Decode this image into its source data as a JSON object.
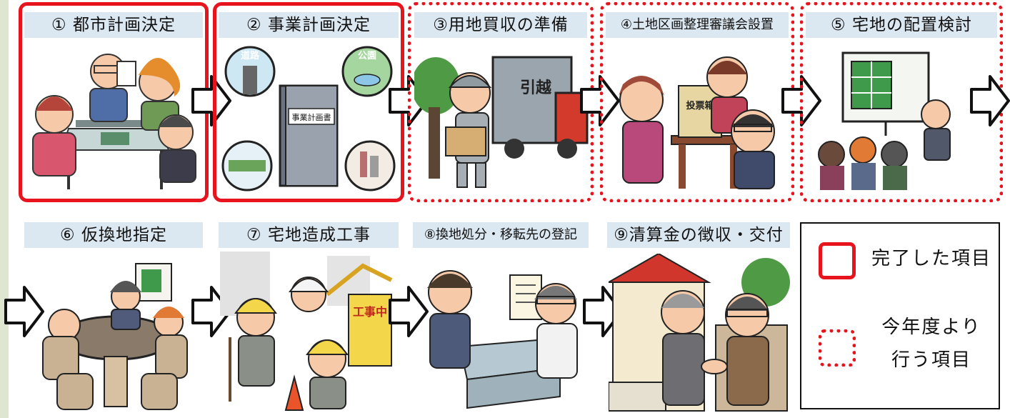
{
  "steps": [
    {
      "label": "① 都市計画決定",
      "status": "done",
      "icon": "meeting-icon"
    },
    {
      "label": "② 事業計画決定",
      "status": "done",
      "icon": "plan-document-icon",
      "bubbles": [
        "道路",
        "公園"
      ],
      "document_title": "事業計画書"
    },
    {
      "label": "③用地買収の準備",
      "status": "planned",
      "icon": "moving-truck-icon",
      "truck_text": "引越"
    },
    {
      "label": "④土地区画整理審議会設置",
      "status": "planned",
      "icon": "ballot-box-icon",
      "box_text": "投票箱"
    },
    {
      "label": "⑤ 宅地の配置検討",
      "status": "planned",
      "icon": "presentation-icon"
    },
    {
      "label": "⑥ 仮換地指定",
      "status": "none",
      "icon": "conference-icon"
    },
    {
      "label": "⑦ 宅地造成工事",
      "status": "none",
      "icon": "construction-icon",
      "sign_text": "工事中"
    },
    {
      "label": "⑧換地処分・移転先の登記",
      "status": "none",
      "icon": "registration-icon"
    },
    {
      "label": "⑨清算金の徴収・交付",
      "status": "none",
      "icon": "handshake-icon"
    }
  ],
  "legend": {
    "done_label": "完了した項目",
    "planned_label_line1": "今年度より",
    "planned_label_line2": "行う項目"
  },
  "colors": {
    "frame_red": "#e8141d",
    "label_bg": "#dbe7f1",
    "left_bar": "#dfe6cf"
  }
}
